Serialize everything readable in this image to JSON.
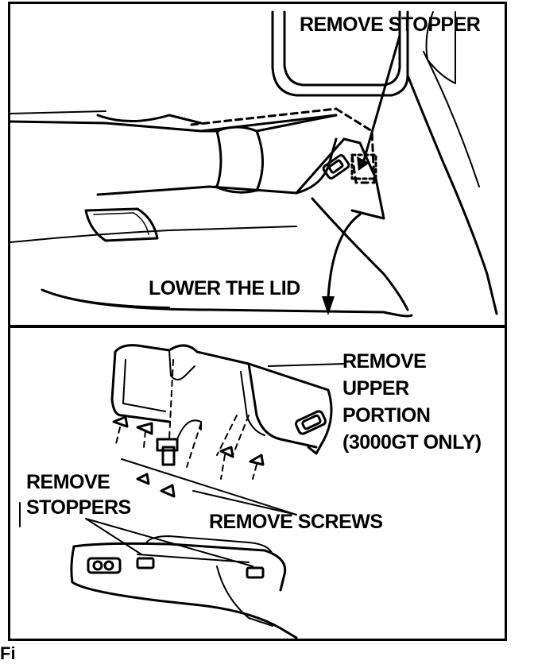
{
  "top_panel": {
    "label_remove_stopper": "REMOVE STOPPER",
    "label_lower_lid": "LOWER THE LID"
  },
  "bottom_panel": {
    "label_remove_upper_1": "REMOVE",
    "label_remove_upper_2": "UPPER",
    "label_remove_upper_3": "PORTION",
    "label_remove_upper_4": "(3000GT ONLY)",
    "label_remove_stoppers_1": "REMOVE",
    "label_remove_stoppers_2": "STOPPERS",
    "label_remove_screws": "REMOVE SCREWS"
  },
  "footer": {
    "caption": "Fi"
  },
  "colors": {
    "ink": "#000000",
    "paper": "#ffffff"
  }
}
